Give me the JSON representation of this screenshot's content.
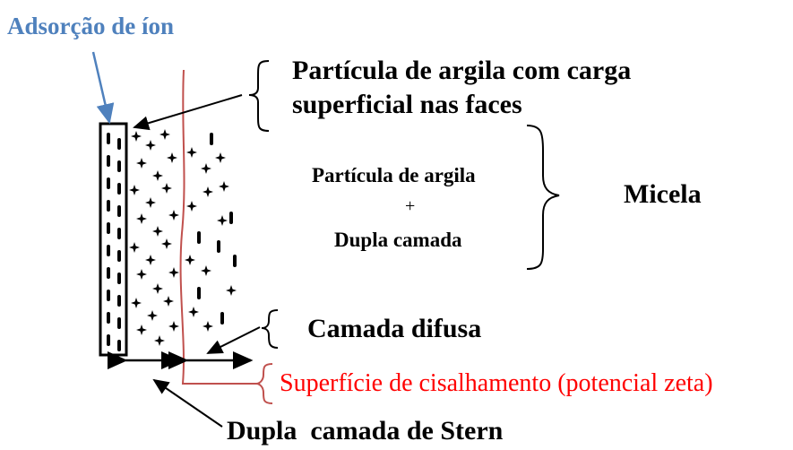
{
  "labels": {
    "ion_adsorption": "Adsorção de íon",
    "clay_particle_line1": "Partícula de argila com carga",
    "clay_particle_line2": "superficial nas faces",
    "micelle_line1": "Partícula de argila",
    "micelle_plus": "+",
    "micelle_line3": "Dupla camada",
    "micelle": "Micela",
    "diffuse_layer": "Camada difusa",
    "shear_surface": "Superfície de cisalhamento (potencial zeta)",
    "stern_layer": "Dupla  camada de Stern"
  },
  "colors": {
    "text": "#000000",
    "ion_adsorption": "#4f81bd",
    "shear": "#ff0000",
    "shear_line": "#c0504d"
  }
}
